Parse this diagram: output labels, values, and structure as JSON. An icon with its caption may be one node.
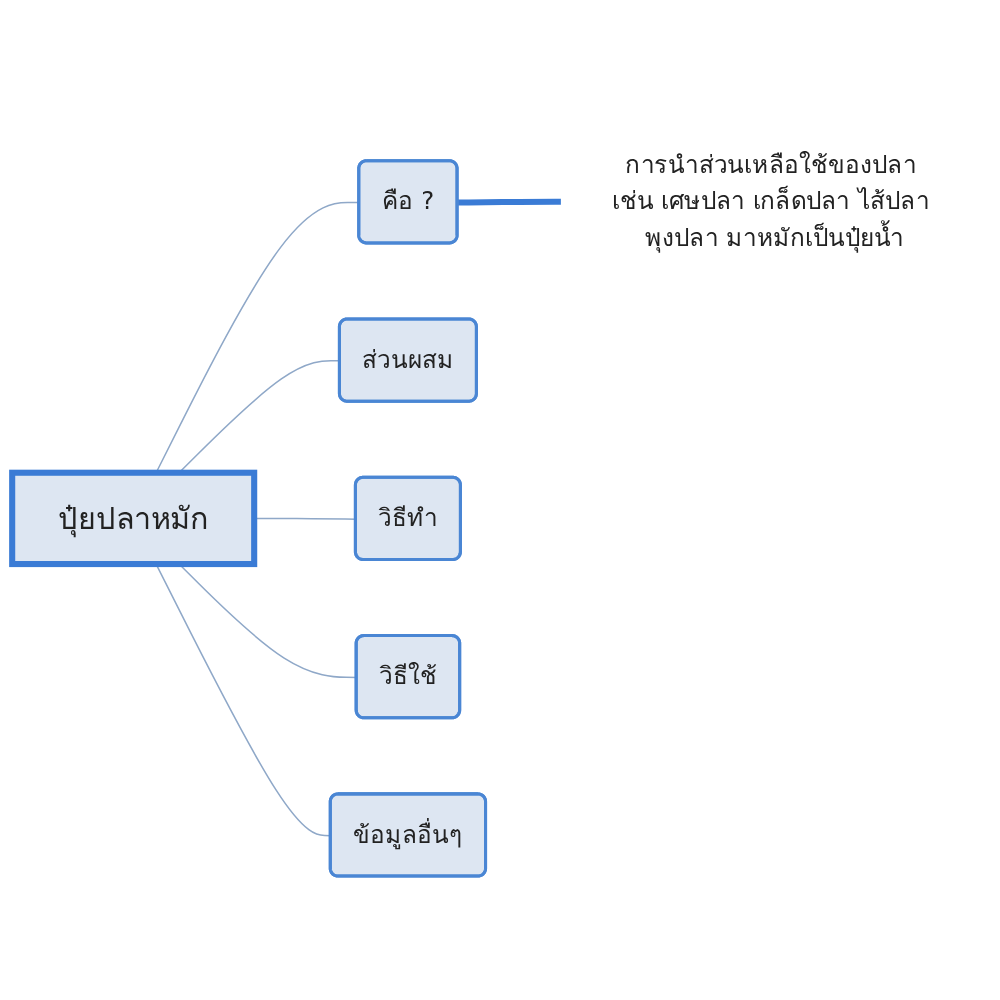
{
  "diagram": {
    "nodes": [
      {
        "text": [
          "ปุ๋ยปลาหมัก"
        ]
      },
      {
        "text": [
          "คือ ?"
        ]
      },
      {
        "text": [
          "การนำส่วนเหลือใช้ของปลา เช่น เศษปลา เกล็ดปลา ไส้ปลา พุงปลา มาหมักเป็นปุ๋ยน้ำ"
        ]
      },
      {
        "text": [
          "ส่วนผสม"
        ]
      },
      {
        "text": [
          "วิธีทำ"
        ]
      },
      {
        "text": [
          "วิธีใช้"
        ]
      },
      {
        "text": [
          "ข้อมูลอื่นๆ"
        ]
      }
    ],
    "edges": [
      {
        "from": 0,
        "to": 1,
        "arrow": "none"
      },
      {
        "from": 0,
        "to": 3,
        "arrow": "none"
      },
      {
        "from": 0,
        "to": 4,
        "arrow": "none"
      },
      {
        "from": 0,
        "to": 5,
        "arrow": "none"
      },
      {
        "from": 0,
        "to": 6,
        "arrow": "none"
      },
      {
        "from": 1,
        "to": 2,
        "arrow": "none",
        "style": "thick",
        "color": "#3a7bd5"
      }
    ]
  }
}
